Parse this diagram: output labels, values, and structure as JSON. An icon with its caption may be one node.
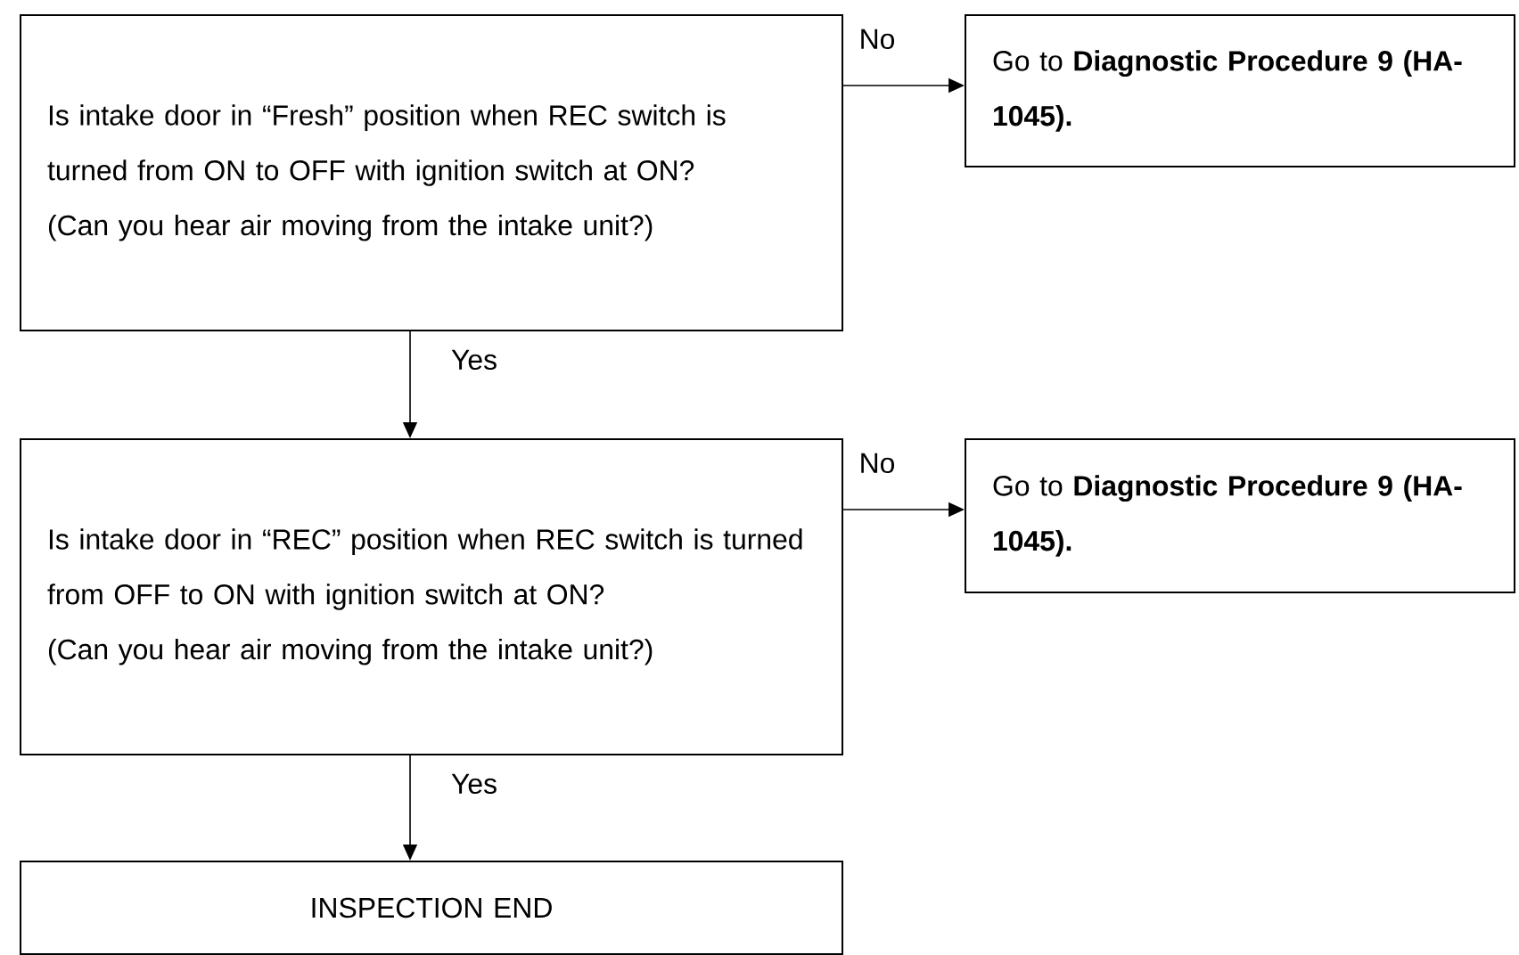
{
  "diagram": {
    "nodes": [
      {
        "text": [
          "Is intake door in “Fresh” position when REC switch is turned from ON to OFF with ignition switch at ON?",
          "(Can you hear air moving from the intake unit?)"
        ]
      },
      {
        "text": [
          "Go to **Diagnostic Procedure 9 (HA-1045).**"
        ]
      },
      {
        "text": [
          "Is intake door in “REC” position when REC switch is turned from OFF to ON with ignition switch at ON?",
          "(Can you hear air moving from the intake unit?)"
        ]
      },
      {
        "text": [
          "Go to **Diagnostic Procedure 9 (HA-1045).**"
        ]
      },
      {
        "text": [
          "INSPECTION END"
        ]
      }
    ],
    "edges": [
      {
        "from": 0,
        "to": 1,
        "arrow": "to",
        "label": "No"
      },
      {
        "from": 0,
        "to": 2,
        "arrow": "to",
        "label": "Yes"
      },
      {
        "from": 2,
        "to": 3,
        "arrow": "to",
        "label": "No"
      },
      {
        "from": 2,
        "to": 4,
        "arrow": "to",
        "label": "Yes"
      }
    ]
  }
}
